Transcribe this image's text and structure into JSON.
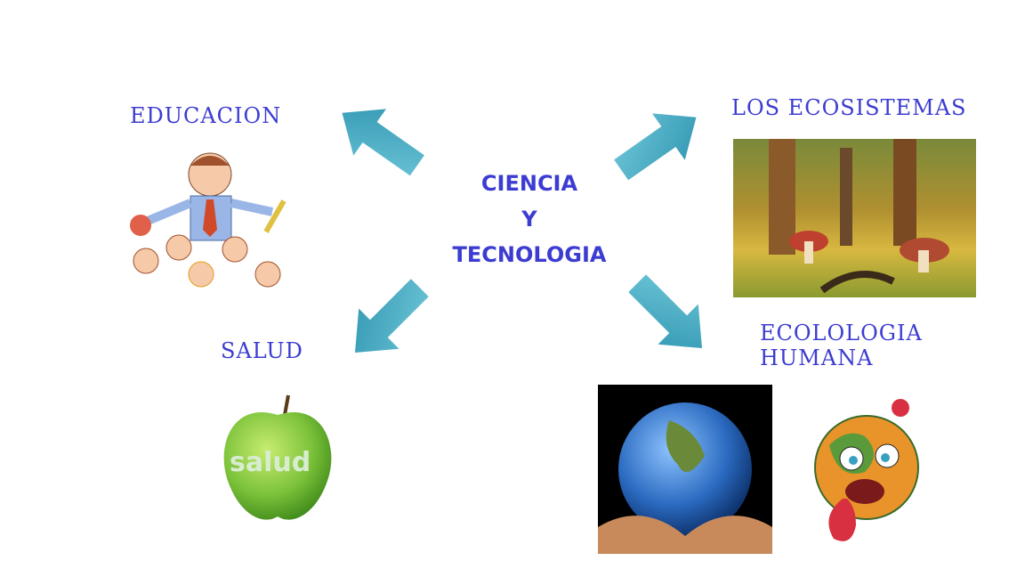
{
  "center": {
    "line1": "CIENCIA",
    "line2": "Y",
    "line3": "TECNOLOGIA"
  },
  "branches": {
    "educacion": {
      "label": "EDUCACION"
    },
    "ecosistemas": {
      "label": "LOS ECOSISTEMAS"
    },
    "salud": {
      "label": "SALUD",
      "apple_text": "salud"
    },
    "ecologia": {
      "line1": "ECOLOLOGIA",
      "line2": "HUMANA"
    }
  },
  "colors": {
    "text": "#3c3cd2",
    "arrow": "#4fb3c9",
    "arrow_dark": "#2f8fa8"
  }
}
